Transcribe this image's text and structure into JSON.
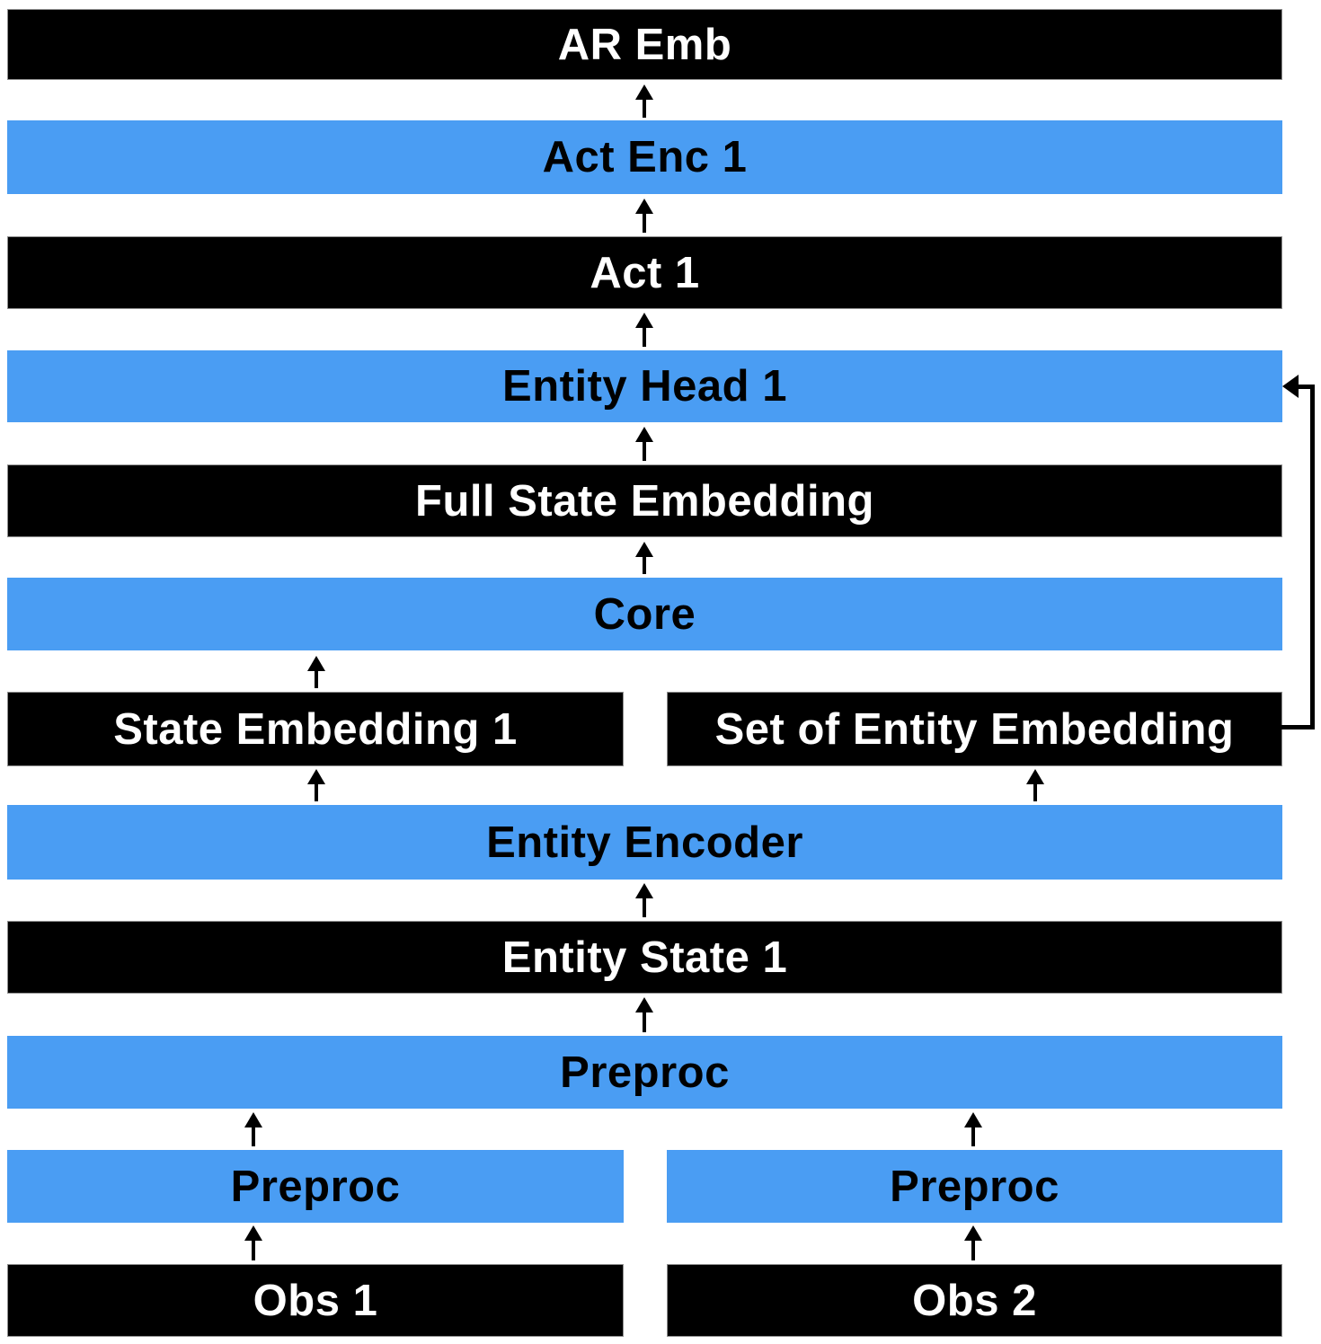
{
  "diagram_title": "Policy architecture block diagram",
  "colors": {
    "black_block": "#000000",
    "blue_block": "#4A9DF3",
    "text_on_black": "#ffffff",
    "text_on_blue": "#000000",
    "arrow": "#000000",
    "background": "#ffffff"
  },
  "blocks": [
    {
      "id": "ar-emb",
      "label": "AR Emb",
      "variant": "black"
    },
    {
      "id": "act-enc-1",
      "label": "Act Enc 1",
      "variant": "blue"
    },
    {
      "id": "act-1",
      "label": "Act 1",
      "variant": "black"
    },
    {
      "id": "entity-head-1",
      "label": "Entity Head 1",
      "variant": "blue"
    },
    {
      "id": "full-state-embedding",
      "label": "Full State Embedding",
      "variant": "black"
    },
    {
      "id": "core",
      "label": "Core",
      "variant": "blue"
    },
    {
      "id": "state-embedding-1",
      "label": "State Embedding 1",
      "variant": "black"
    },
    {
      "id": "set-of-entity-embedding",
      "label": "Set of Entity Embedding",
      "variant": "black"
    },
    {
      "id": "entity-encoder",
      "label": "Entity Encoder",
      "variant": "blue"
    },
    {
      "id": "entity-state-1",
      "label": "Entity State 1",
      "variant": "black"
    },
    {
      "id": "preproc-main",
      "label": "Preproc",
      "variant": "blue"
    },
    {
      "id": "preproc-left",
      "label": "Preproc",
      "variant": "blue"
    },
    {
      "id": "preproc-right",
      "label": "Preproc",
      "variant": "blue"
    },
    {
      "id": "obs-1",
      "label": "Obs 1",
      "variant": "black"
    },
    {
      "id": "obs-2",
      "label": "Obs 2",
      "variant": "black"
    }
  ],
  "connections": {
    "up_arrows": "each lower block feeds the block above it",
    "feedback_loop": "Set of Entity Embedding feeds back into Entity Head 1 via right-side routed arrow"
  }
}
